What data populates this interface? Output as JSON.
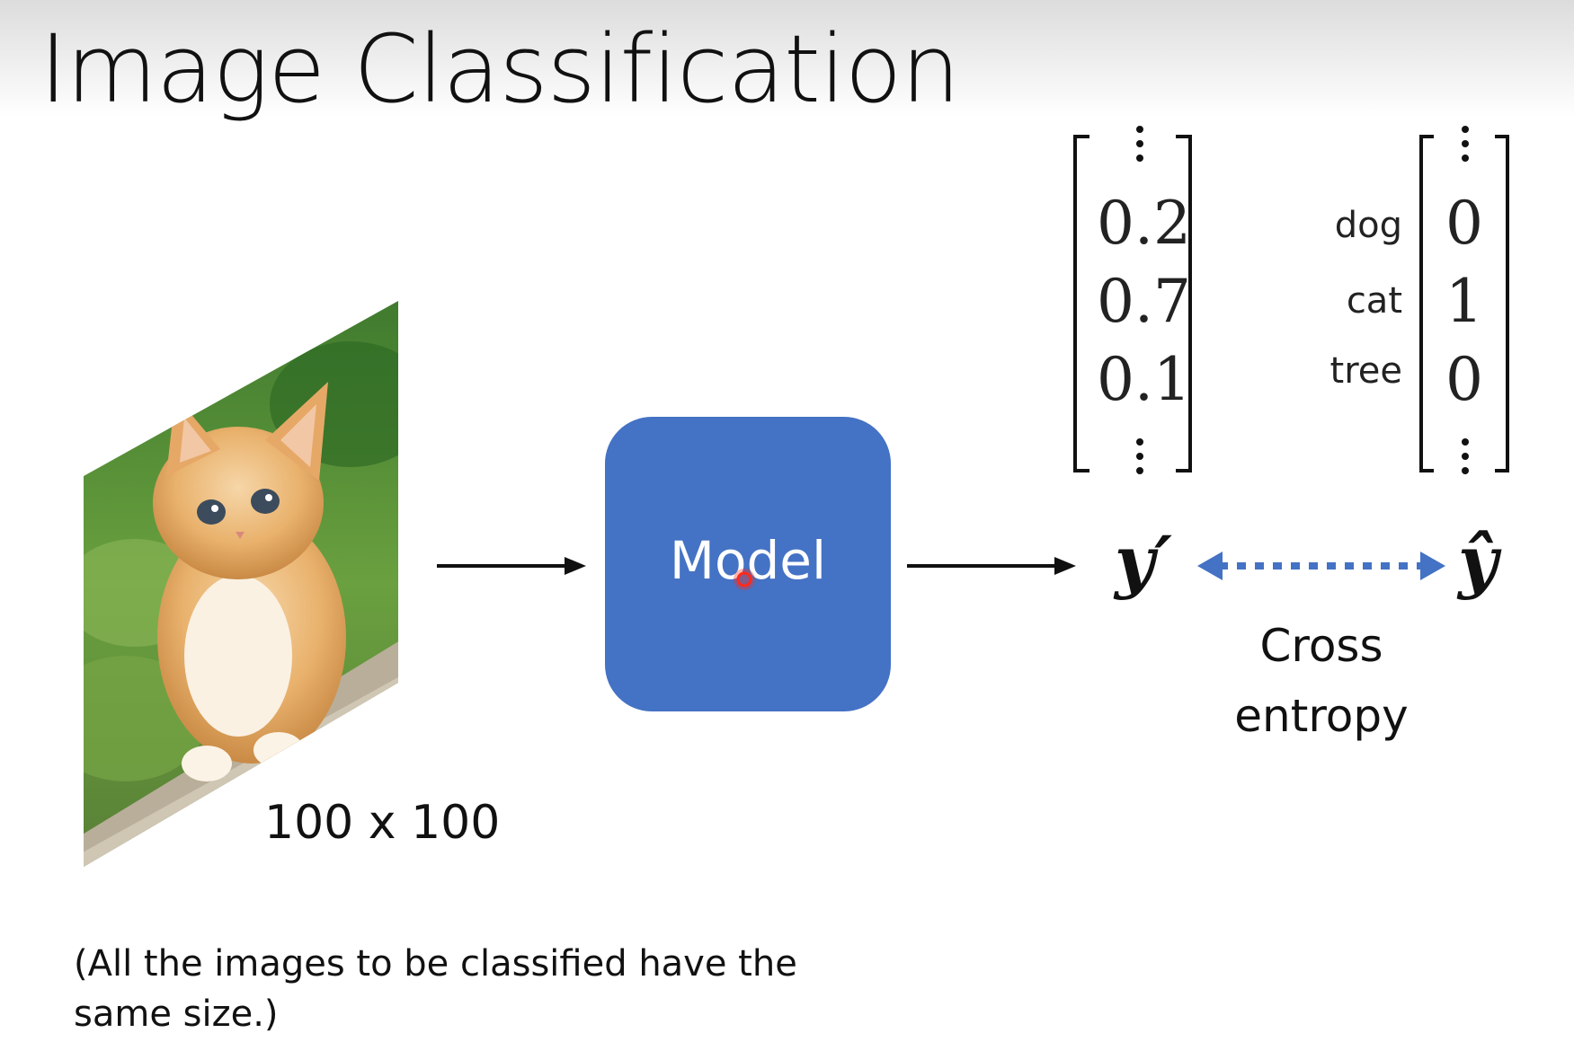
{
  "title": "Image Classification",
  "image_size_label": "100 x 100",
  "note_line1": "(All the images to be classified have the",
  "note_line2": "same size.)",
  "model_label": "Model",
  "prediction_vector": [
    "0.2",
    "0.7",
    "0.1"
  ],
  "target_vector": [
    "0",
    "1",
    "0"
  ],
  "class_labels": [
    "dog",
    "cat",
    "tree"
  ],
  "prediction_symbol": "y′",
  "target_symbol": "ŷ",
  "loss_label_line1": "Cross",
  "loss_label_line2": "entropy",
  "colors": {
    "model_box": "#4472c4",
    "dashed_arrow": "#4472c4",
    "cursor_dot": "#ff2a1a"
  }
}
